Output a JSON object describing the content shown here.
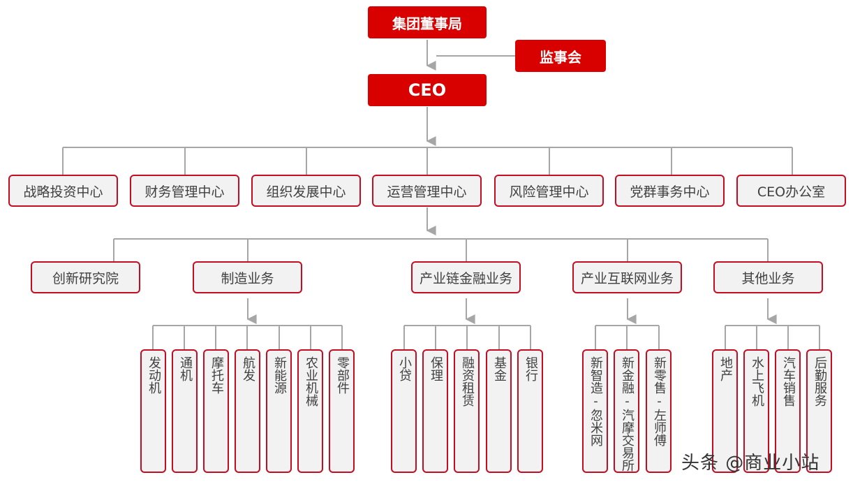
{
  "colors": {
    "red": "#d90000",
    "border": "#c30d23",
    "box": "#f2f2f2",
    "line": "#a6a6a6",
    "text": "#404040"
  },
  "top": {
    "board": "集团董事局",
    "supervisors": "监事会",
    "ceo": "CEO"
  },
  "centers": [
    "战略投资中心",
    "财务管理中心",
    "组织发展中心",
    "运营管理中心",
    "风险管理中心",
    "党群事务中心",
    "CEO办公室"
  ],
  "units": [
    "创新研究院",
    "制造业务",
    "产业链金融业务",
    "产业互联网业务",
    "其他业务"
  ],
  "manufacturing": [
    "发动机",
    "通机",
    "摩托车",
    "航发",
    "新能源",
    "农业机械",
    "零部件"
  ],
  "finance": [
    "小贷",
    "保理",
    "融资租赁",
    "基金",
    "银行"
  ],
  "internet": [
    "新智造-忽米网",
    "新金融-汽摩交易所",
    "新零售-左师傅"
  ],
  "other": [
    "地产",
    "水上飞机",
    "汽车销售",
    "后勤服务"
  ],
  "watermark": "头条 @商业小站"
}
